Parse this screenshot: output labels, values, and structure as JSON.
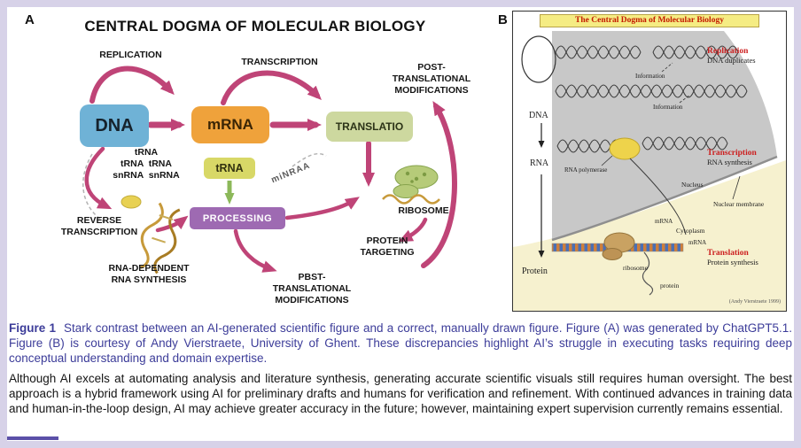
{
  "colors": {
    "page_background": "#d7d2e8",
    "caption_text": "#3c3c99",
    "footer_rule": "#5b50a8",
    "arrow_pink": "#bf4477",
    "arrow_green": "#8cb85a",
    "dna_box": "#6fb2d6",
    "mrna_box": "#efa23b",
    "translation_box": "#cdd89f",
    "trna_box": "#d8d867",
    "processing_box": "#9e6ab2",
    "panel_b_title_bg": "#f5ec83",
    "panel_b_red": "#cc1f1f",
    "nucleus_gray": "#c8c8c8",
    "cytoplasm_yellow": "#f6f1cf"
  },
  "panel_a": {
    "label": "A",
    "title": "CENTRAL DOGMA OF MOLECULAR BIOLOGY",
    "nodes": {
      "dna": "DNA",
      "mrna": "mRNA",
      "translation": "TRANSLATIO",
      "trna": "tRNA",
      "processing": "PROCESSING"
    },
    "labels": {
      "replication": "REPLICATION",
      "transcription": "TRANSCRIPTION",
      "post_translational": "POST-\nTRANSLATIONAL\nMODIFICATIONS",
      "trna_cluster": "tRNA\ntRNA  tRNA\nsnRNA  snRNA",
      "mirna": "miNRAA",
      "reverse_transcription": "REVERSE\nTRANSCRIPTION",
      "rna_dependent": "RNA-DEPENDENT\nRNA SYNTHESIS",
      "pbst": "PBST-\nTRANSLATIONAL\nMODIFICATIONS",
      "protein_targeting": "PROTEIN\nTARGETING",
      "ribosome": "RIBOSOME"
    }
  },
  "panel_b": {
    "label": "B",
    "title": "The Central Dogma of Molecular Biology",
    "left_labels": {
      "dna": "DNA",
      "rna": "RNA",
      "protein": "Protein"
    },
    "right_labels": {
      "replication": "Replication",
      "replication_sub": "DNA duplicates",
      "transcription": "Transcription",
      "transcription_sub": "RNA synthesis",
      "translation": "Translation",
      "translation_sub": "Protein synthesis"
    },
    "annotations": {
      "information_1": "Information",
      "information_2": "Information",
      "rna_polymerase": "RNA polymerase",
      "nucleus": "Nucleus",
      "nuclear_membrane": "Nuclear membrane",
      "cytoplasm": "Cytoplasm",
      "mrna_1": "mRNA",
      "mrna_2": "mRNA",
      "ribosome": "ribosome",
      "protein": "protein",
      "credit": "(Andy Vierstraete 1999)"
    }
  },
  "caption": {
    "figure_label": "Figure 1",
    "text": "Stark contrast between an AI-generated scientific figure and a correct, manually drawn figure. Figure (A) was generated by ChatGPT5.1. Figure (B) is courtesy of Andy Vierstraete, University of Ghent. These discrepancies highlight AI’s struggle in executing tasks requiring deep conceptual understanding and domain expertise."
  },
  "body_text": "Although AI excels at automating analysis and literature synthesis, generating accurate scientific visuals still requires human oversight. The best approach is a hybrid framework using AI for preliminary drafts and humans for verification and refinement. With continued advances in training data and human-in-the-loop design, AI may achieve greater accuracy in the future; however, maintaining expert supervision currently remains essential."
}
